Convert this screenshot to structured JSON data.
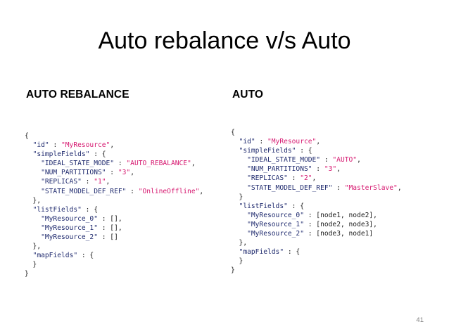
{
  "slide": {
    "title": "Auto rebalance v/s Auto",
    "page_number": "41"
  },
  "left": {
    "heading": "AUTO REBALANCE",
    "code": [
      [
        {
          "t": "p",
          "v": "{"
        }
      ],
      [
        {
          "t": "p",
          "v": "  "
        },
        {
          "t": "k",
          "v": "\"id\""
        },
        {
          "t": "p",
          "v": " : "
        },
        {
          "t": "s",
          "v": "\"MyResource\""
        },
        {
          "t": "p",
          "v": ","
        }
      ],
      [
        {
          "t": "p",
          "v": "  "
        },
        {
          "t": "k",
          "v": "\"simpleFields\""
        },
        {
          "t": "p",
          "v": " : {"
        }
      ],
      [
        {
          "t": "p",
          "v": "    "
        },
        {
          "t": "k",
          "v": "\"IDEAL_STATE_MODE\""
        },
        {
          "t": "p",
          "v": " : "
        },
        {
          "t": "s",
          "v": "\"AUTO_REBALANCE\""
        },
        {
          "t": "p",
          "v": ","
        }
      ],
      [
        {
          "t": "p",
          "v": "    "
        },
        {
          "t": "k",
          "v": "\"NUM_PARTITIONS\""
        },
        {
          "t": "p",
          "v": " : "
        },
        {
          "t": "s",
          "v": "\"3\""
        },
        {
          "t": "p",
          "v": ","
        }
      ],
      [
        {
          "t": "p",
          "v": "    "
        },
        {
          "t": "k",
          "v": "\"REPLICAS\""
        },
        {
          "t": "p",
          "v": " : "
        },
        {
          "t": "s",
          "v": "\"1\""
        },
        {
          "t": "p",
          "v": ","
        }
      ],
      [
        {
          "t": "p",
          "v": "    "
        },
        {
          "t": "k",
          "v": "\"STATE_MODEL_DEF_REF\""
        },
        {
          "t": "p",
          "v": " : "
        },
        {
          "t": "s",
          "v": "\"OnlineOffline\""
        },
        {
          "t": "p",
          "v": ","
        }
      ],
      [
        {
          "t": "p",
          "v": "  },"
        }
      ],
      [
        {
          "t": "p",
          "v": "  "
        },
        {
          "t": "k",
          "v": "\"listFields\""
        },
        {
          "t": "p",
          "v": " : {"
        }
      ],
      [
        {
          "t": "p",
          "v": "    "
        },
        {
          "t": "k",
          "v": "\"MyResource_0\""
        },
        {
          "t": "p",
          "v": " : [],"
        }
      ],
      [
        {
          "t": "p",
          "v": "    "
        },
        {
          "t": "k",
          "v": "\"MyResource_1\""
        },
        {
          "t": "p",
          "v": " : [],"
        }
      ],
      [
        {
          "t": "p",
          "v": "    "
        },
        {
          "t": "k",
          "v": "\"MyResource_2\""
        },
        {
          "t": "p",
          "v": " : []"
        }
      ],
      [
        {
          "t": "p",
          "v": "  },"
        }
      ],
      [
        {
          "t": "p",
          "v": "  "
        },
        {
          "t": "k",
          "v": "\"mapFields\""
        },
        {
          "t": "p",
          "v": " : {"
        }
      ],
      [
        {
          "t": "p",
          "v": "  }"
        }
      ],
      [
        {
          "t": "p",
          "v": "}"
        }
      ]
    ]
  },
  "right": {
    "heading": "AUTO",
    "code": [
      [
        {
          "t": "p",
          "v": "{"
        }
      ],
      [
        {
          "t": "p",
          "v": "  "
        },
        {
          "t": "k",
          "v": "\"id\""
        },
        {
          "t": "p",
          "v": " : "
        },
        {
          "t": "s",
          "v": "\"MyResource\""
        },
        {
          "t": "p",
          "v": ","
        }
      ],
      [
        {
          "t": "p",
          "v": "  "
        },
        {
          "t": "k",
          "v": "\"simpleFields\""
        },
        {
          "t": "p",
          "v": " : {"
        }
      ],
      [
        {
          "t": "p",
          "v": "    "
        },
        {
          "t": "k",
          "v": "\"IDEAL_STATE_MODE\""
        },
        {
          "t": "p",
          "v": " : "
        },
        {
          "t": "s",
          "v": "\"AUTO\""
        },
        {
          "t": "p",
          "v": ","
        }
      ],
      [
        {
          "t": "p",
          "v": "    "
        },
        {
          "t": "k",
          "v": "\"NUM_PARTITIONS\""
        },
        {
          "t": "p",
          "v": " : "
        },
        {
          "t": "s",
          "v": "\"3\""
        },
        {
          "t": "p",
          "v": ","
        }
      ],
      [
        {
          "t": "p",
          "v": "    "
        },
        {
          "t": "k",
          "v": "\"REPLICAS\""
        },
        {
          "t": "p",
          "v": " : "
        },
        {
          "t": "s",
          "v": "\"2\""
        },
        {
          "t": "p",
          "v": ","
        }
      ],
      [
        {
          "t": "p",
          "v": "    "
        },
        {
          "t": "k",
          "v": "\"STATE_MODEL_DEF_REF\""
        },
        {
          "t": "p",
          "v": " : "
        },
        {
          "t": "s",
          "v": "\"MasterSlave\""
        },
        {
          "t": "p",
          "v": ","
        }
      ],
      [
        {
          "t": "p",
          "v": "  }"
        }
      ],
      [
        {
          "t": "p",
          "v": "  "
        },
        {
          "t": "k",
          "v": "\"listFields\""
        },
        {
          "t": "p",
          "v": " : {"
        }
      ],
      [
        {
          "t": "p",
          "v": "    "
        },
        {
          "t": "k",
          "v": "\"MyResource_0\""
        },
        {
          "t": "p",
          "v": " : [node1, node2],"
        }
      ],
      [
        {
          "t": "p",
          "v": "    "
        },
        {
          "t": "k",
          "v": "\"MyResource_1\""
        },
        {
          "t": "p",
          "v": " : [node2, node3],"
        }
      ],
      [
        {
          "t": "p",
          "v": "    "
        },
        {
          "t": "k",
          "v": "\"MyResource_2\""
        },
        {
          "t": "p",
          "v": " : [node3, node1]"
        }
      ],
      [
        {
          "t": "p",
          "v": "  },"
        }
      ],
      [
        {
          "t": "p",
          "v": "  "
        },
        {
          "t": "k",
          "v": "\"mapFields\""
        },
        {
          "t": "p",
          "v": " : {"
        }
      ],
      [
        {
          "t": "p",
          "v": "  }"
        }
      ],
      [
        {
          "t": "p",
          "v": "}"
        }
      ]
    ]
  }
}
